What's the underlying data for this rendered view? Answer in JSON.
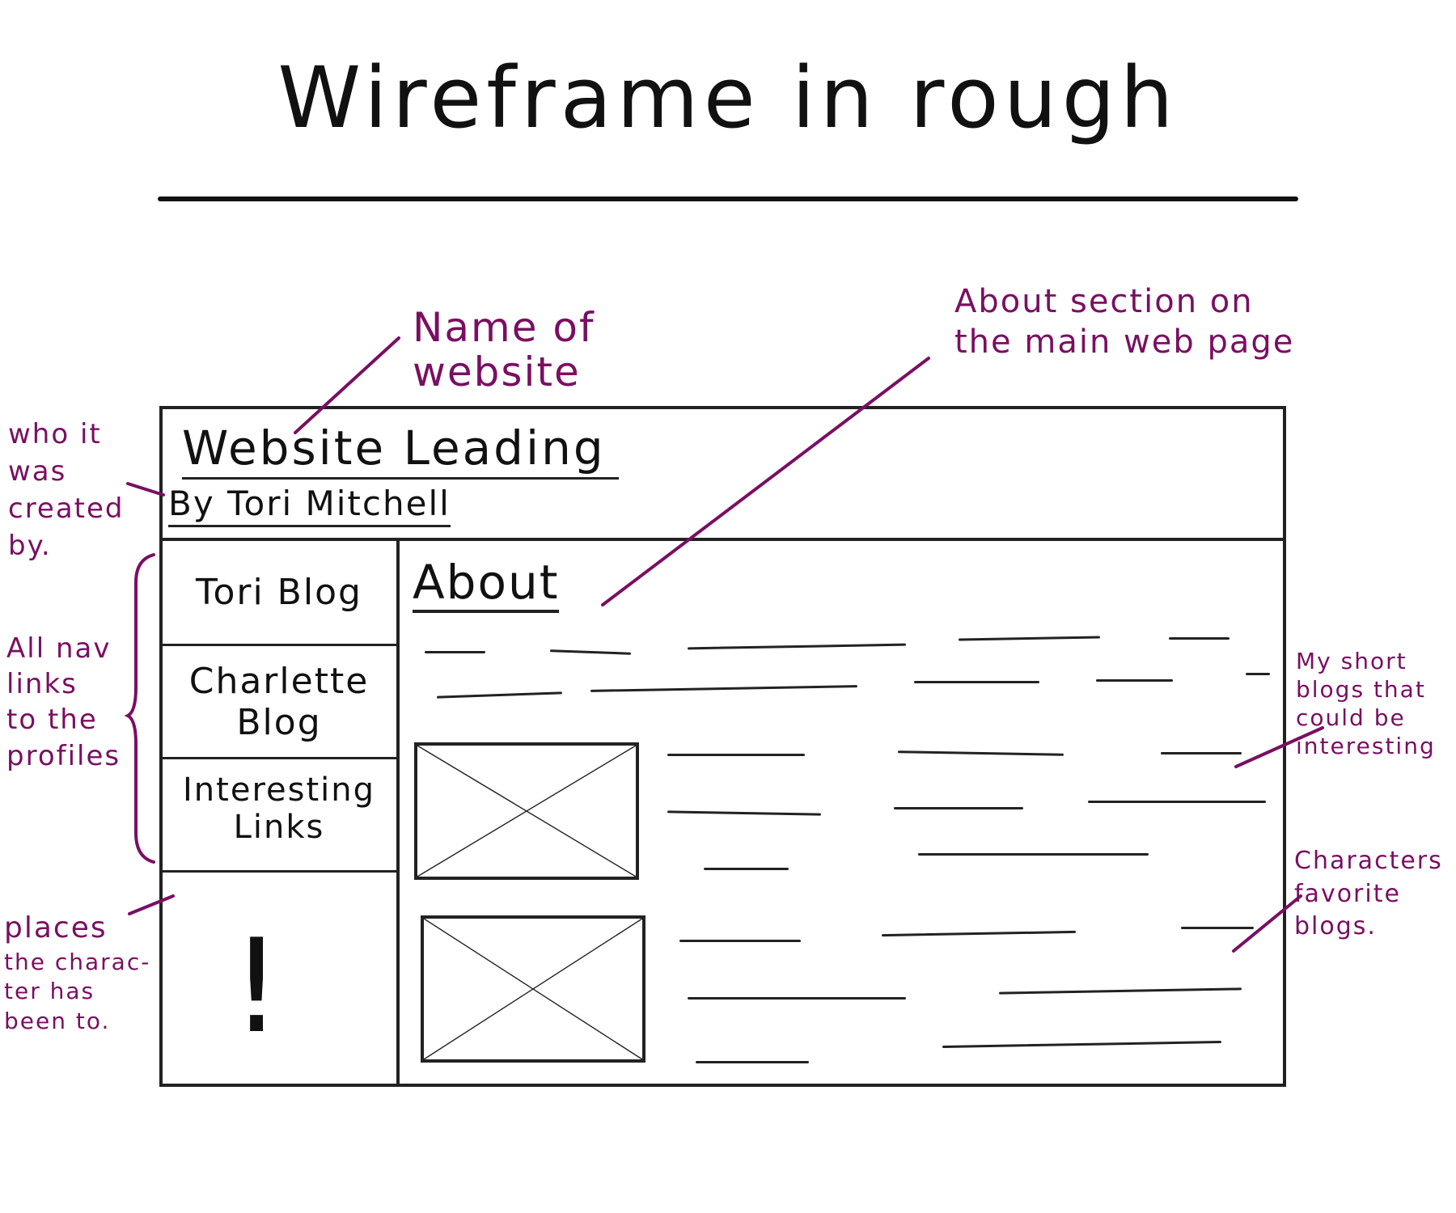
{
  "title": "Wireframe in rough",
  "wireframe": {
    "site_heading": "Website Leading",
    "byline": "By Tori Mitchell",
    "nav": {
      "item1": "Tori Blog",
      "item2_line1": "Charlette",
      "item2_line2": "Blog",
      "item3_line1": "Interesting",
      "item3_line2": "Links"
    },
    "about_title": "About",
    "warning_glyph": "!"
  },
  "annotations": {
    "name_line1": "Name of",
    "name_line2": "website",
    "about_line1": "About section on",
    "about_line2": "the main web page",
    "who_line1": "who it",
    "who_line2": "was",
    "who_line3": "created",
    "who_line4": "by.",
    "nav_line1": "All nav",
    "nav_line2": "links",
    "nav_line3": "to the",
    "nav_line4": "profiles",
    "places_line1": "places",
    "places_line2": "the charac-",
    "places_line3": "ter has",
    "places_line4": "been to.",
    "blogs_line1": "My short",
    "blogs_line2": "blogs that",
    "blogs_line3": "could be",
    "blogs_line4": "interesting",
    "fav_line1": "Characters",
    "fav_line2": "favorite",
    "fav_line3": "blogs."
  },
  "colors": {
    "ink": "#222222",
    "annotation": "#7a0f62"
  },
  "icons": {
    "image_placeholder": "crossed-box-icon",
    "warning": "exclamation-icon"
  }
}
